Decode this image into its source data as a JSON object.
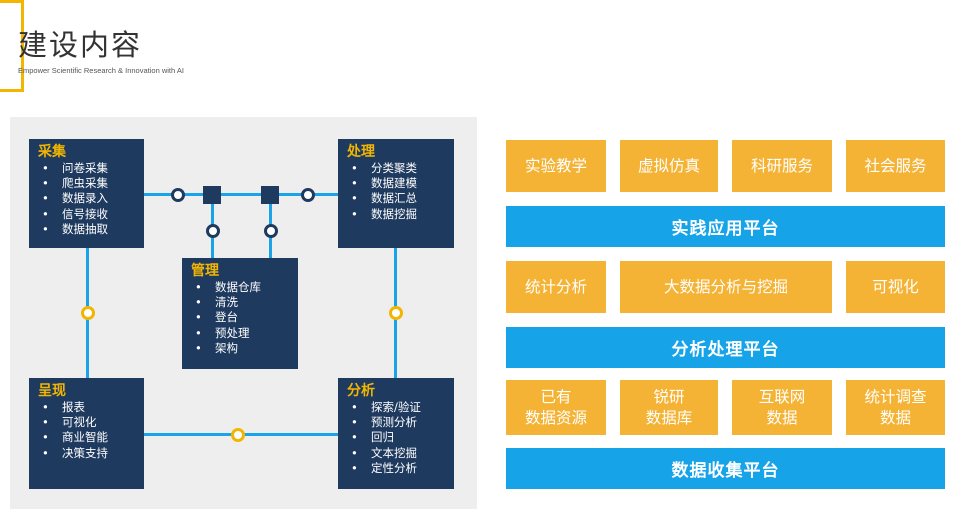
{
  "header": {
    "title": "建设内容",
    "subtitle": "Empower Scientific Research & Innovation with AI"
  },
  "colors": {
    "navy": "#1f3a5f",
    "gold": "#f2b600",
    "blue": "#16a3e8",
    "orange": "#f5b335",
    "panel": "#eeeeee"
  },
  "diagram": {
    "collect": {
      "title": "采集",
      "items": [
        "问卷采集",
        "爬虫采集",
        "数据录入",
        "信号接收",
        "数据抽取"
      ]
    },
    "process": {
      "title": "处理",
      "items": [
        "分类聚类",
        "数据建模",
        "数据汇总",
        "数据挖掘"
      ]
    },
    "manage": {
      "title": "管理",
      "items": [
        "数据仓库",
        "清洗",
        "登台",
        "预处理",
        "架构"
      ]
    },
    "present": {
      "title": "呈现",
      "items": [
        "报表",
        "可视化",
        "商业智能",
        "决策支持"
      ]
    },
    "analyze": {
      "title": "分析",
      "items": [
        "探索/验证",
        "预测分析",
        "回归",
        "文本挖掘",
        "定性分析"
      ]
    }
  },
  "platforms": {
    "apps": [
      "实验教学",
      "虚拟仿真",
      "科研服务",
      "社会服务"
    ],
    "app_platform": "实践应用平台",
    "analysis": [
      "统计分析",
      "大数据分析与挖掘",
      "可视化"
    ],
    "analysis_platform": "分析处理平台",
    "sources": [
      "已有\n数据资源",
      "锐研\n数据库",
      "互联网\n数据",
      "统计调查\n数据"
    ],
    "collect_platform": "数据收集平台"
  }
}
